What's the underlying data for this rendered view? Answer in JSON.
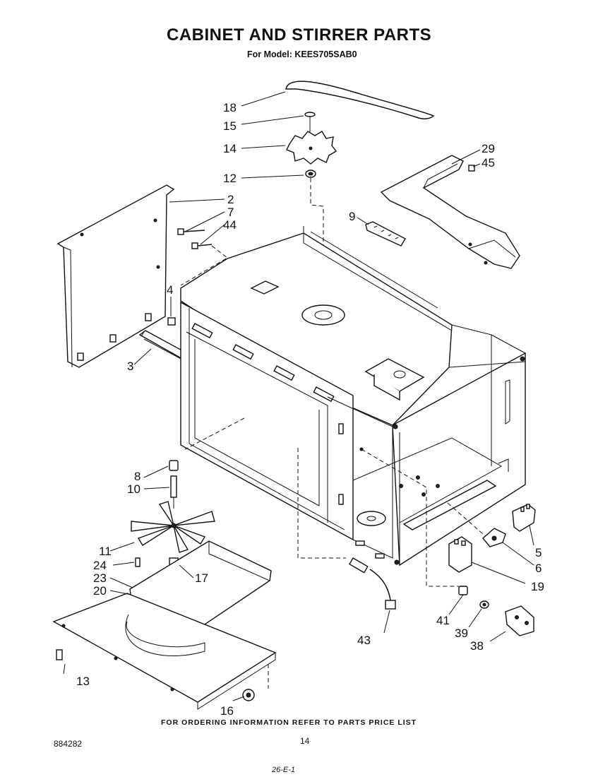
{
  "header": {
    "title": "CABINET AND STIRRER PARTS",
    "subtitle": "For Model: KEES705SAB0"
  },
  "callouts": {
    "c2": "2",
    "c3": "3",
    "c4": "4",
    "c5": "5",
    "c6": "6",
    "c7": "7",
    "c8": "8",
    "c9": "9",
    "c10": "10",
    "c11": "11",
    "c12": "12",
    "c13": "13",
    "c14": "14",
    "c15": "15",
    "c16": "16",
    "c17": "17",
    "c18": "18",
    "c19": "19",
    "c20": "20",
    "c23": "23",
    "c24": "24",
    "c29": "29",
    "c38": "38",
    "c39": "39",
    "c41": "41",
    "c43": "43",
    "c44": "44",
    "c45": "45"
  },
  "footer": {
    "note": "FOR ORDERING INFORMATION REFER TO PARTS PRICE LIST",
    "doc_id": "884282",
    "page": "14",
    "handwritten": "26-E-1"
  }
}
